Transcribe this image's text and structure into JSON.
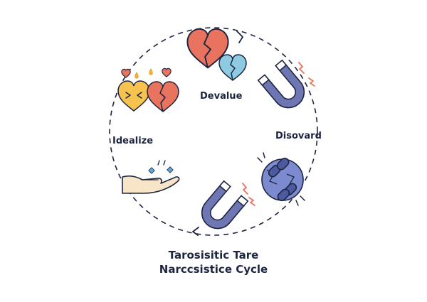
{
  "diagram": {
    "labels": {
      "devalue": "Devalue",
      "idealize": "Idealize",
      "discard": "Disovard"
    },
    "title_line1": "Tarosisitic Tare",
    "title_line2": "Narccsistice Cycle"
  },
  "colors": {
    "outline": "#1d2540",
    "heart_red": "#e8735e",
    "heart_yellow": "#f6c350",
    "heart_blue": "#8ecbe3",
    "magnet_body": "#6f76b4",
    "magnet_tip": "#ffffff",
    "spark": "#e8735e",
    "chain_ball": "#7c8bd0",
    "hand_skin": "#f8e4c6",
    "drop": "#f2b432",
    "sparkle": "#5aa9d6"
  },
  "icons": [
    "heart-icon",
    "broken-heart-icon",
    "magnet-icon",
    "broken-chain-icon",
    "open-hand-icon",
    "sparkle-icon",
    "droplet-icon"
  ]
}
